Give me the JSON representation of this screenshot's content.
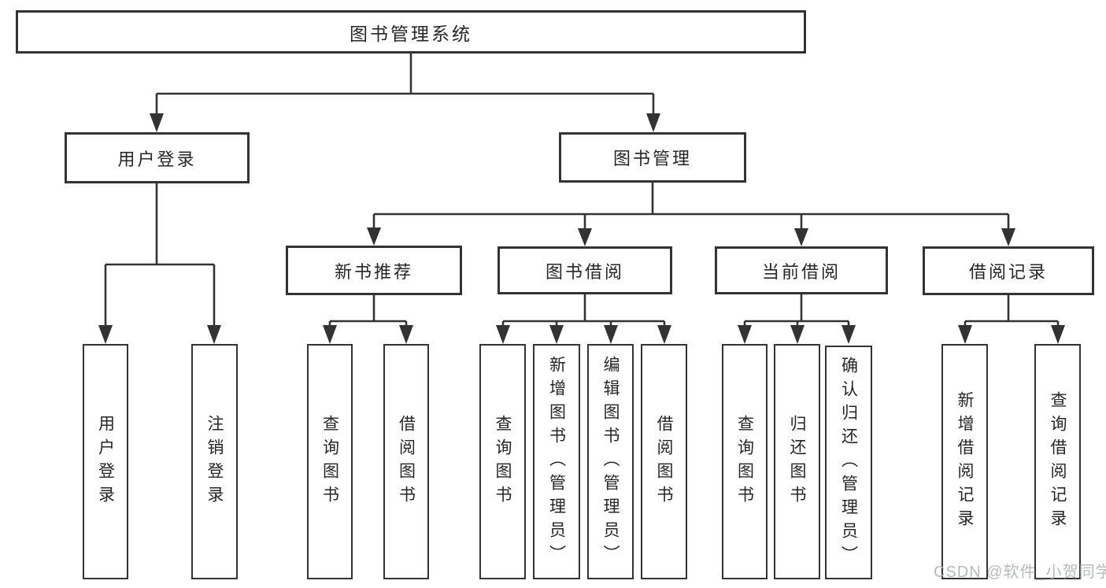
{
  "tree": {
    "label": "图书管理系统",
    "children": [
      {
        "label": "用户登录",
        "children": [
          {
            "label": "用户登录"
          },
          {
            "label": "注销登录"
          }
        ]
      },
      {
        "label": "图书管理",
        "children": [
          {
            "label": "新书推荐",
            "children": [
              {
                "label": "查询图书"
              },
              {
                "label": "借阅图书"
              }
            ]
          },
          {
            "label": "图书借阅",
            "children": [
              {
                "label": "查询图书"
              },
              {
                "label": "新增图书（管理员）"
              },
              {
                "label": "编辑图书（管理员）"
              },
              {
                "label": "借阅图书"
              }
            ]
          },
          {
            "label": "当前借阅",
            "children": [
              {
                "label": "查询图书"
              },
              {
                "label": "归还图书"
              },
              {
                "label": "确认归还（管理员）"
              }
            ]
          },
          {
            "label": "借阅记录",
            "children": [
              {
                "label": "新增借阅记录"
              },
              {
                "label": "查询借阅记录"
              }
            ]
          }
        ]
      }
    ]
  },
  "watermark": {
    "text": "CSDN @软件_小贺同学"
  },
  "colors": {
    "line": "#333333",
    "box_border": "#333333",
    "text": "#262626",
    "watermark": "#b3b7bd",
    "background": "#ffffff"
  }
}
